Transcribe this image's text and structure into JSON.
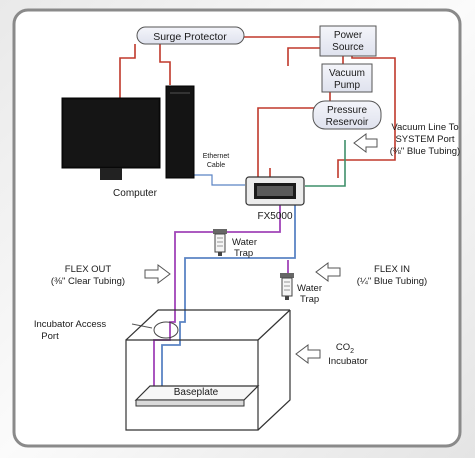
{
  "diagram": {
    "surge_protector": "Surge Protector",
    "power_source": [
      "Power",
      "Source"
    ],
    "vacuum_pump": [
      "Vacuum",
      "Pump"
    ],
    "pressure_reservoir": [
      "Pressure",
      "Reservoir"
    ],
    "computer": "Computer",
    "ethernet_cable": [
      "Ethernet",
      "Cable"
    ],
    "fx5000": "FX5000",
    "vacuum_line": [
      "Vacuum Line To",
      "SYSTEM Port",
      "(⅜\" Blue Tubing)"
    ],
    "water_trap": [
      "Water",
      "Trap"
    ],
    "flex_out": [
      "FLEX OUT",
      "(⅜\" Clear Tubing)"
    ],
    "flex_in": [
      "FLEX IN",
      "(¼\" Blue Tubing)"
    ],
    "incubator_access_port": [
      "Incubator Access",
      "Port"
    ],
    "co2_incubator": [
      "CO",
      "2",
      "Incubator"
    ],
    "baseplate": "Baseplate"
  },
  "colors": {
    "frame_border": "#7a7a7a",
    "box_fill": "#e8eaf3",
    "box_stroke": "#555555",
    "power_line": "#c0392b",
    "blue_line": "#5b84c4",
    "purple_line": "#a044b8",
    "green_line": "#3f8f6a"
  }
}
